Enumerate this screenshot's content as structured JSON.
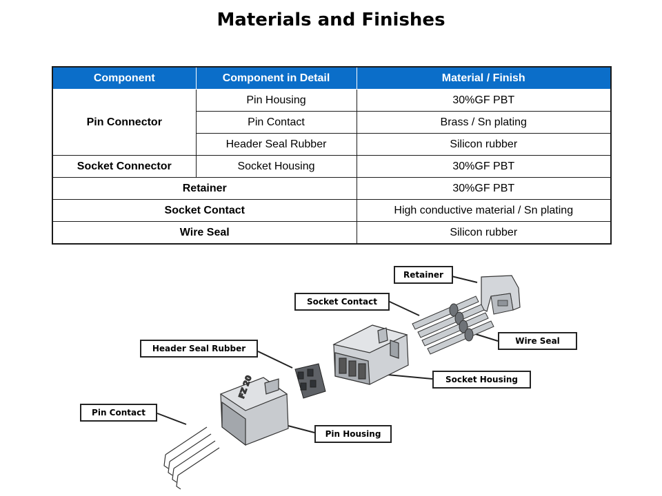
{
  "page": {
    "title": "Materials and Finishes"
  },
  "table": {
    "headers": [
      "Component",
      "Component in Detail",
      "Material / Finish"
    ],
    "rows": {
      "pin_connector": "Pin Connector",
      "pin_housing": "Pin Housing",
      "pin_housing_mat": "30%GF PBT",
      "pin_contact": "Pin Contact",
      "pin_contact_mat": "Brass / Sn plating",
      "header_seal": "Header Seal Rubber",
      "header_seal_mat": "Silicon rubber",
      "socket_connector": "Socket Connector",
      "socket_housing": "Socket Housing",
      "socket_housing_mat": "30%GF PBT",
      "retainer": "Retainer",
      "retainer_mat": "30%GF PBT",
      "socket_contact": "Socket Contact",
      "socket_contact_mat": "High conductive material / Sn plating",
      "wire_seal": "Wire Seal",
      "wire_seal_mat": "Silicon rubber"
    }
  },
  "diagram": {
    "labels": {
      "retainer": "Retainer",
      "socket_contact": "Socket Contact",
      "wire_seal": "Wire Seal",
      "header_seal_rubber": "Header Seal Rubber",
      "socket_housing": "Socket Housing",
      "pin_contact": "Pin Contact",
      "pin_housing": "Pin Housing"
    },
    "housing_marking": "FZ 20"
  }
}
